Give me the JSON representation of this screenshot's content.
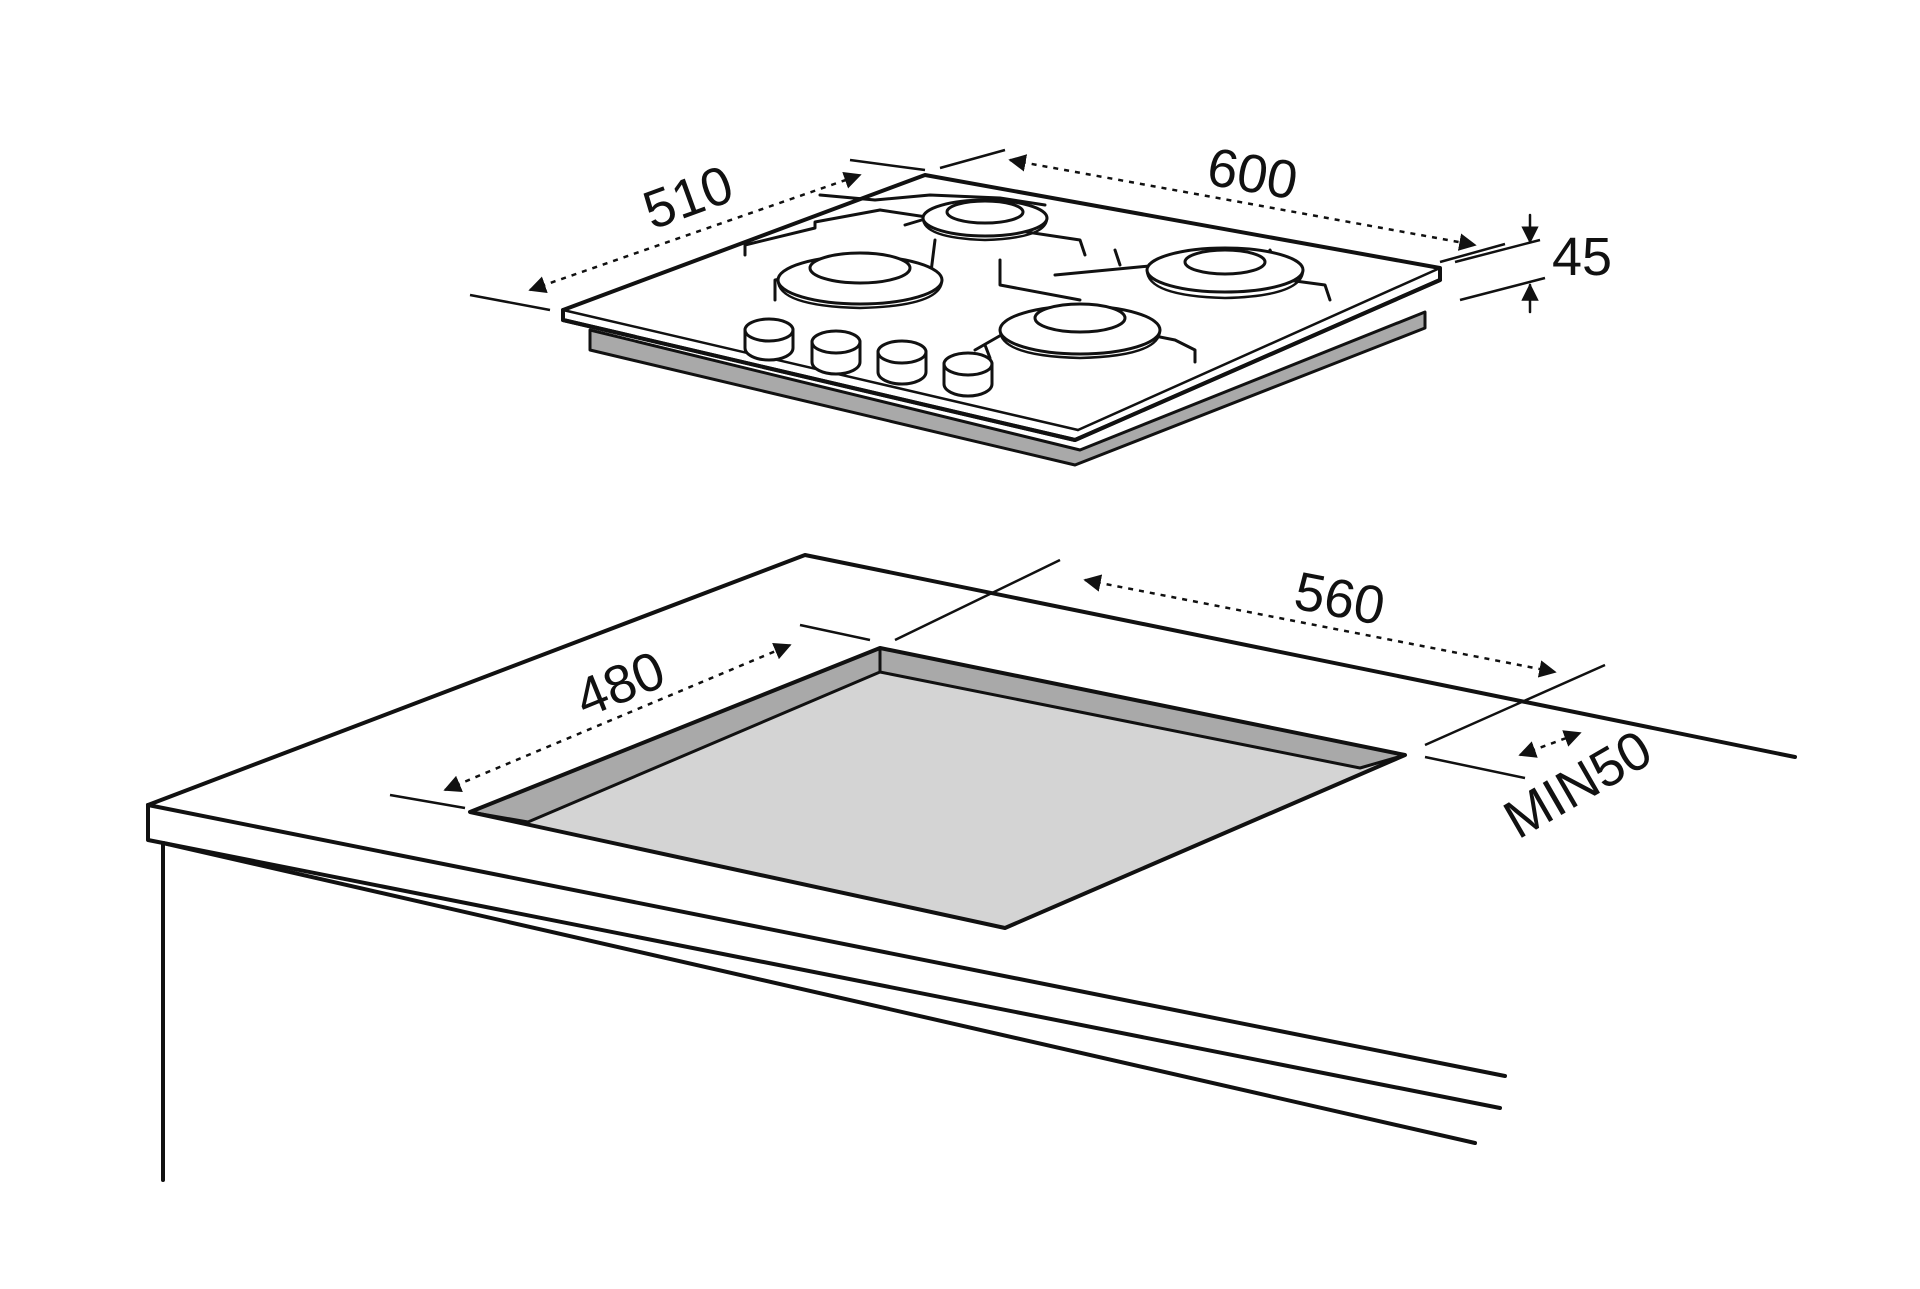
{
  "dimensions": {
    "hob_depth": "510",
    "hob_width": "600",
    "hob_height": "45",
    "cutout_width": "560",
    "cutout_depth": "480",
    "min_clearance": "MIN50"
  },
  "colors": {
    "line": "#111111",
    "shade_dark": "#a9a9a9",
    "shade_light": "#d4d4d4",
    "background": "#ffffff"
  }
}
